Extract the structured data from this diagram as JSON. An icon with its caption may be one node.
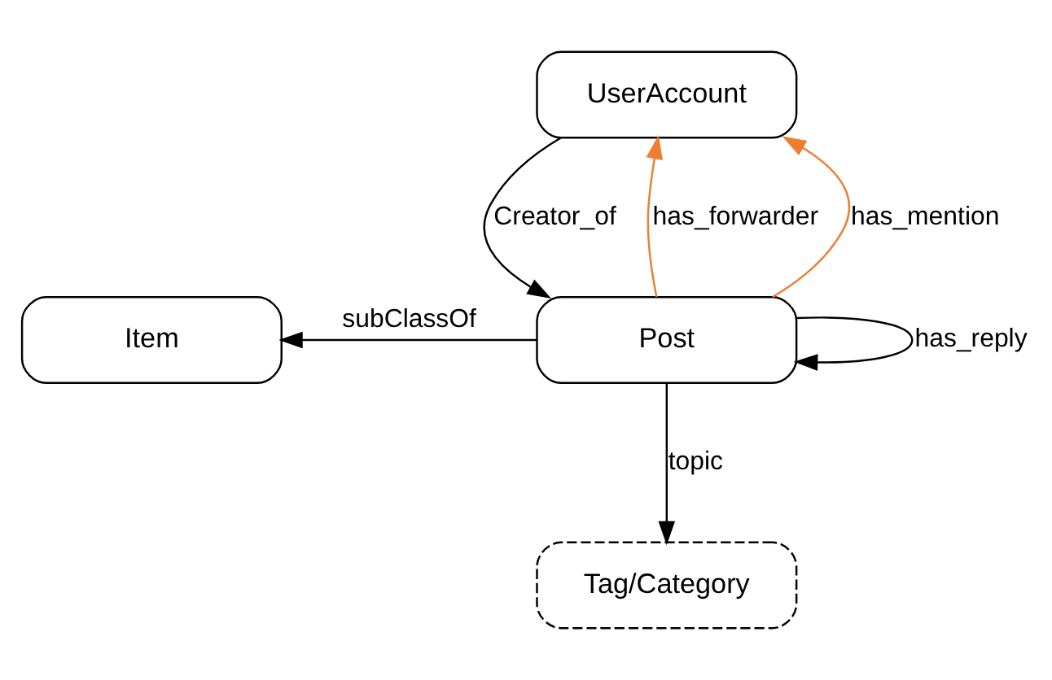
{
  "diagram": {
    "nodes": [
      {
        "text": [
          "UserAccount"
        ]
      },
      {
        "text": [
          "Item"
        ]
      },
      {
        "text": [
          "Post"
        ]
      },
      {
        "text": [
          "Tag/Category"
        ]
      }
    ],
    "edges": [
      {
        "from": 2,
        "to": 0,
        "arrow": "to",
        "label": "has_forwarder",
        "color": "#ed7d31"
      },
      {
        "from": 0,
        "to": 2,
        "arrow": "to",
        "label": "Creator_of"
      },
      {
        "from": 2,
        "to": 0,
        "arrow": "to",
        "label": "has_mention",
        "color": "#ed7d31"
      },
      {
        "from": 2,
        "to": 1,
        "arrow": "to",
        "label": "subClassOf"
      },
      {
        "from": 2,
        "to": 3,
        "arrow": "to",
        "label": "topic"
      },
      {
        "from": 2,
        "to": 2,
        "arrow": "to",
        "label": "has_reply"
      }
    ]
  }
}
